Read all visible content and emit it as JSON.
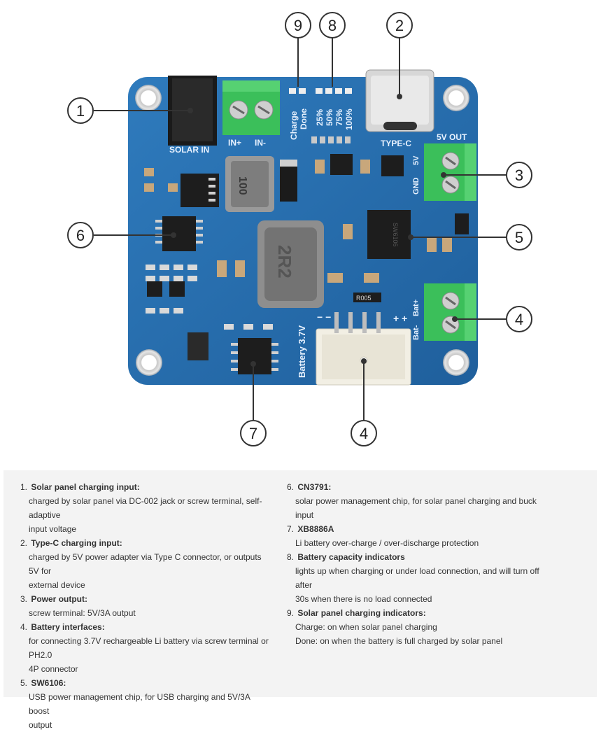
{
  "board": {
    "silkscreen": {
      "solar_in": "SOLAR IN",
      "in_plus": "IN+",
      "in_minus": "IN-",
      "type_c": "TYPE-C",
      "out_5v": "5V OUT",
      "pin_5v": "5V",
      "pin_gnd": "GND",
      "bat_minus": "Bat-",
      "bat_plus": "Bat+",
      "battery": "Battery 3.7V",
      "charge": "Charge",
      "done": "Done",
      "p25": "25%",
      "p50": "50%",
      "p75": "75%",
      "p100": "100%",
      "ind_100": "100",
      "ind_2r2": "2R2",
      "res_r005": "R005",
      "chip_sw": "SW6106",
      "minus_pair": "− −",
      "plus_pair": "+ +"
    },
    "callouts": [
      "1",
      "2",
      "3",
      "4",
      "5",
      "6",
      "7",
      "8",
      "9",
      "4"
    ]
  },
  "description": {
    "items": [
      {
        "num": "1.",
        "title": "Solar panel charging input:",
        "lines": [
          "charged by solar panel via DC-002 jack or screw terminal, self-adaptive",
          "input voltage"
        ]
      },
      {
        "num": "2.",
        "title": "Type-C charging input:",
        "lines": [
          "charged by 5V power adapter via Type C connector, or outputs 5V for",
          "external device"
        ]
      },
      {
        "num": "3.",
        "title": "Power output:",
        "lines": [
          "screw terminal: 5V/3A output"
        ]
      },
      {
        "num": "4.",
        "title": "Battery interfaces:",
        "lines": [
          "for connecting 3.7V rechargeable Li battery via screw terminal or PH2.0",
          "4P connector"
        ]
      },
      {
        "num": "5.",
        "title": "SW6106:",
        "lines": [
          "USB power management chip, for USB charging and 5V/3A boost",
          "output"
        ]
      },
      {
        "num": "6.",
        "title": "CN3791:",
        "lines": [
          "solar power management chip, for solar panel charging and buck input"
        ]
      },
      {
        "num": "7.",
        "title": "XB8886A",
        "lines": [
          "Li battery over-charge / over-discharge protection"
        ]
      },
      {
        "num": "8.",
        "title": "Battery capacity indicators",
        "lines": [
          "lights up when charging or under load connection, and will turn off after",
          "30s when there is no load connected"
        ]
      },
      {
        "num": "9.",
        "title": "Solar panel charging indicators:",
        "lines": [
          "Charge: on when solar panel charging",
          "Done: on when the battery is full charged by solar panel"
        ]
      }
    ]
  }
}
